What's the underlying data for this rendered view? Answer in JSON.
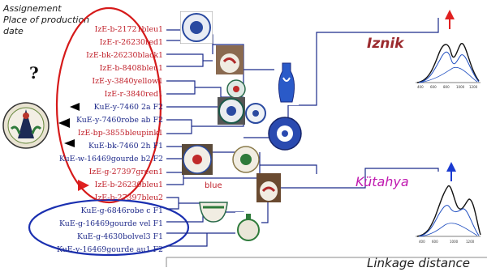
{
  "annotations": {
    "assignment": "Assignement",
    "place_line": "Place of production",
    "date_line": "date",
    "question_mark": "?",
    "blue_word": "blue"
  },
  "groups": {
    "iznik": "Iznik",
    "kutahya": "Kütahya"
  },
  "axis_label": "Linkage distance",
  "labels": [
    {
      "text": "IzE-b-21721bleu1",
      "color": "red"
    },
    {
      "text": "IzE-r-26230red1",
      "color": "red"
    },
    {
      "text": "IzE-bk-26230black1",
      "color": "red"
    },
    {
      "text": "IzE-b-8408bleu1",
      "color": "red"
    },
    {
      "text": "IzE-y-3840yellow1",
      "color": "red"
    },
    {
      "text": "IzE-r-3840red1",
      "color": "red"
    },
    {
      "text": "KuE-y-7460 2a F2",
      "color": "blue"
    },
    {
      "text": "KuE-y-7460robe ab F2",
      "color": "blue"
    },
    {
      "text": "IzE-bp-3855bleupink1",
      "color": "red"
    },
    {
      "text": "KuE-bk-7460 2h F1",
      "color": "blue"
    },
    {
      "text": "KuE-w-16469gourde b2 F2",
      "color": "blue"
    },
    {
      "text": "IzE-g-27397green1",
      "color": "red"
    },
    {
      "text": "IzE-b-26230bleu1",
      "color": "red"
    },
    {
      "text": "IzE-b-27397bleu2",
      "color": "red"
    },
    {
      "text": "KuE-g-6846robe c F1",
      "color": "blue"
    },
    {
      "text": "KuE-g-16469gourde vel F1",
      "color": "blue"
    },
    {
      "text": "KuE-g-4630bolvel3 F1",
      "color": "blue"
    },
    {
      "text": "KuE-y-16469gourde au1 F2",
      "color": "blue"
    }
  ],
  "colors": {
    "iznik_label": "#c0202a",
    "kutahya_label": "#1f2a8a",
    "iznik_ellipse": "#d61a1a",
    "kutahya_ellipse": "#1a2fb0",
    "dendrogram": "#1a2a8a",
    "up_arrow_iznik": "#e02020",
    "up_arrow_kutahya": "#1a3ad0"
  },
  "spectra": {
    "iznik_ticks": [
      "400",
      "600",
      "800",
      "1000",
      "1200"
    ],
    "kutahya_ticks": [
      "400",
      "600",
      "1000",
      "1200"
    ]
  }
}
